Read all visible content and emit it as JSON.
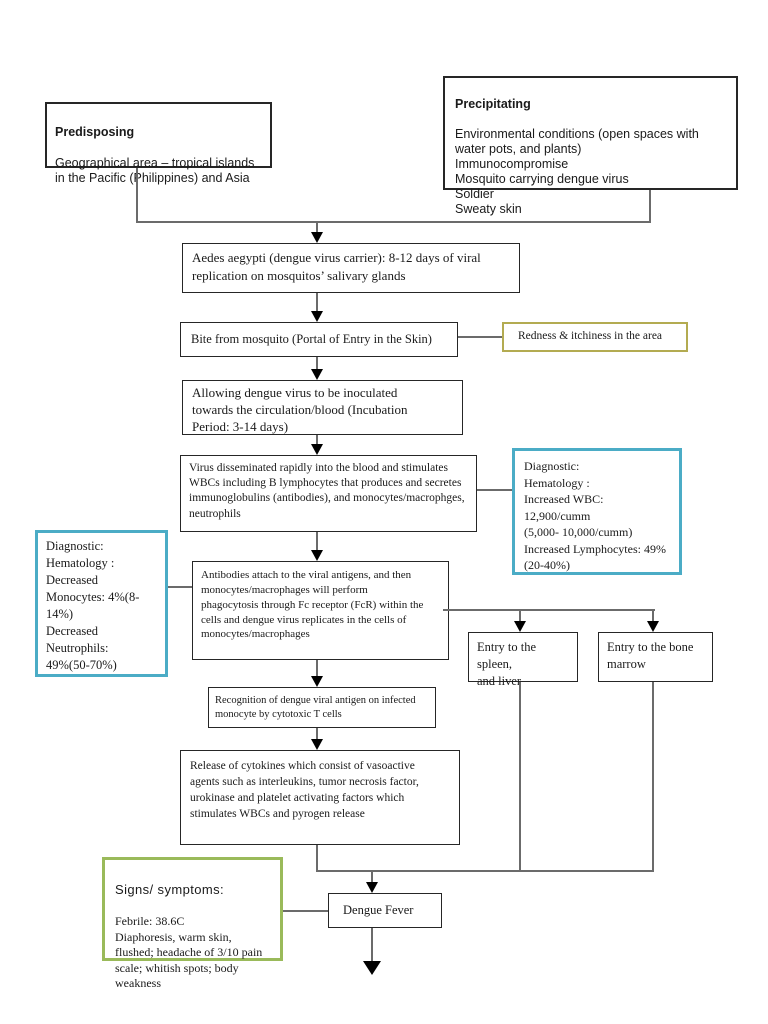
{
  "colors": {
    "teal_border": "#4bacc6",
    "green_border": "#9aba5a",
    "olive_border": "#b3ab51",
    "connector": "#6b6b6b",
    "arrow_head": "#000000"
  },
  "diagram": {
    "predisposing": {
      "title": "Predisposing",
      "lines": [
        "Geographical area – tropical islands",
        "in the Pacific (Philippines) and Asia"
      ]
    },
    "precipitating": {
      "title": "Precipitating",
      "lines": [
        "Environmental conditions (open spaces with",
        "water pots, and plants)",
        "Immunocompromise",
        "Mosquito carrying dengue virus",
        "Soldier",
        "Sweaty skin"
      ]
    },
    "aedes": {
      "lines": [
        "Aedes aegypti (dengue virus carrier): 8-12 days of viral",
        "replication on mosquitos’ salivary glands"
      ]
    },
    "bite": {
      "text": "Bite from mosquito (Portal of Entry in the Skin)"
    },
    "redness": {
      "text": "Redness & itchiness in the area"
    },
    "allowing": {
      "lines": [
        "Allowing dengue virus to be inoculated",
        "towards the circulation/blood (Incubation",
        "Period: 3-14 days)"
      ]
    },
    "virus": {
      "lines": [
        "Virus disseminated rapidly into the blood and stimulates",
        "WBCs including B lymphocytes that produces and secretes",
        "immunoglobulins (antibodies), and monocytes/macrophges,",
        "neutrophils"
      ]
    },
    "diagnostic_right": {
      "lines": [
        "Diagnostic:",
        "Hematology :",
        "Increased WBC: 12,900/cumm",
        "(5,000- 10,000/cumm)",
        "Increased Lymphocytes: 49%",
        "(20-40%)"
      ]
    },
    "diagnostic_left": {
      "lines": [
        "Diagnostic:",
        "Hematology :",
        "Decreased",
        "Monocytes: 4%(8-",
        "14%)",
        "Decreased",
        "Neutrophils:",
        "49%(50-70%)"
      ]
    },
    "antibodies": {
      "lines": [
        "Antibodies attach to the viral antigens, and then",
        "monocytes/macrophages will perform",
        "phagocytosis through Fc receptor (FcR) within the",
        "cells and dengue virus replicates in the cells of",
        "monocytes/macrophages"
      ]
    },
    "entry_spleen": {
      "lines": [
        "Entry to the spleen,",
        "and liver"
      ]
    },
    "entry_marrow": {
      "lines": [
        "Entry to the bone",
        "marrow"
      ]
    },
    "recognition": {
      "lines": [
        "Recognition of dengue viral antigen on infected",
        "monocyte by cytotoxic T cells"
      ]
    },
    "release": {
      "lines": [
        "Release of cytokines which consist of  vasoactive",
        "agents such as interleukins, tumor necrosis factor,",
        "urokinase and platelet activating factors which",
        "stimulates WBCs and pyrogen release"
      ]
    },
    "signs": {
      "title": "Signs/ symptoms:",
      "lines": [
        "Febrile: 38.6C",
        "Diaphoresis, warm skin,",
        "flushed; headache of 3/10 pain",
        "scale; whitish spots; body",
        "weakness"
      ]
    },
    "dengue": {
      "text": "Dengue Fever"
    }
  }
}
